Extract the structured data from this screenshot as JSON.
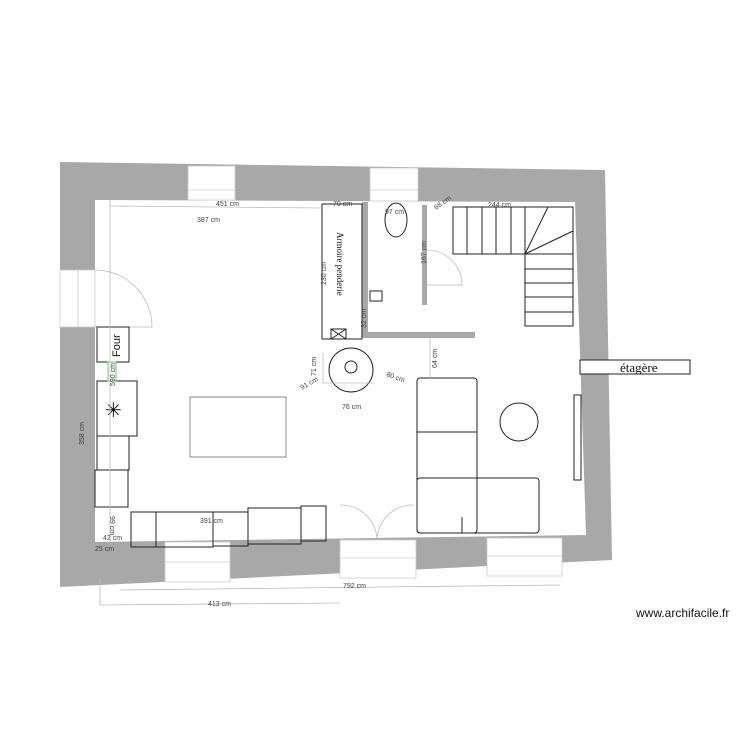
{
  "colors": {
    "wall": "#a8a8a8",
    "furniture": "#222222",
    "dimension": "#bbbbbb"
  },
  "labels": {
    "wardrobe": "Armoire penderie",
    "oven": "Four",
    "shelf": "étagère",
    "watermark": "www.archifacile.fr"
  },
  "dimensions": {
    "d451": "451 cm",
    "d387": "387 cm",
    "d70": "70 cm",
    "d97": "97 cm",
    "d68": "68 cm",
    "d244": "244 cm",
    "d230": "230 cm",
    "d32": "32 cm",
    "d167": "167 cm",
    "d64": "64 cm",
    "d71": "71 cm",
    "d91": "91 cm",
    "d80": "80 cm",
    "d76": "76 cm",
    "d358": "358 cm",
    "d590": "590 cm",
    "d391": "391 cm",
    "d99": "99 cm",
    "d42": "42 cm",
    "d25": "25 cm",
    "d792": "792 cm",
    "d413": "413 cm"
  }
}
